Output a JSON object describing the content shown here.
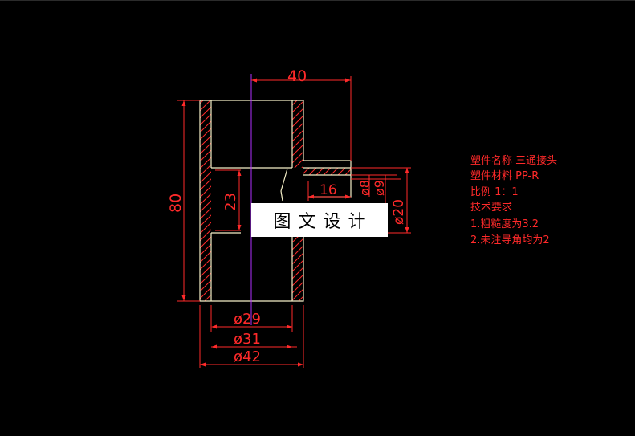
{
  "drawing": {
    "dimensions": {
      "top_width": "40",
      "overall_height": "80",
      "inner_bore_height": "23",
      "branch_length": "16",
      "branch_dia_a": "ø8",
      "branch_dia_b": "ø9",
      "branch_dia_c": "ø20",
      "bore_dia": "ø29",
      "mid_dia": "ø31",
      "outer_dia": "ø42"
    },
    "notes": {
      "part_name": "塑件名称 三通接头",
      "material": "塑件材料 PP-R",
      "scale": "比例 1：1",
      "requirements_title": "技术要求",
      "req_1": "1.粗糙度为3.2",
      "req_2": "2.未注导角均为2"
    },
    "watermark": "图文设计",
    "colors": {
      "background": "#000000",
      "outline": "#f5f0c8",
      "dimension": "#ff2a2a",
      "centerline": "#b030ff"
    }
  }
}
